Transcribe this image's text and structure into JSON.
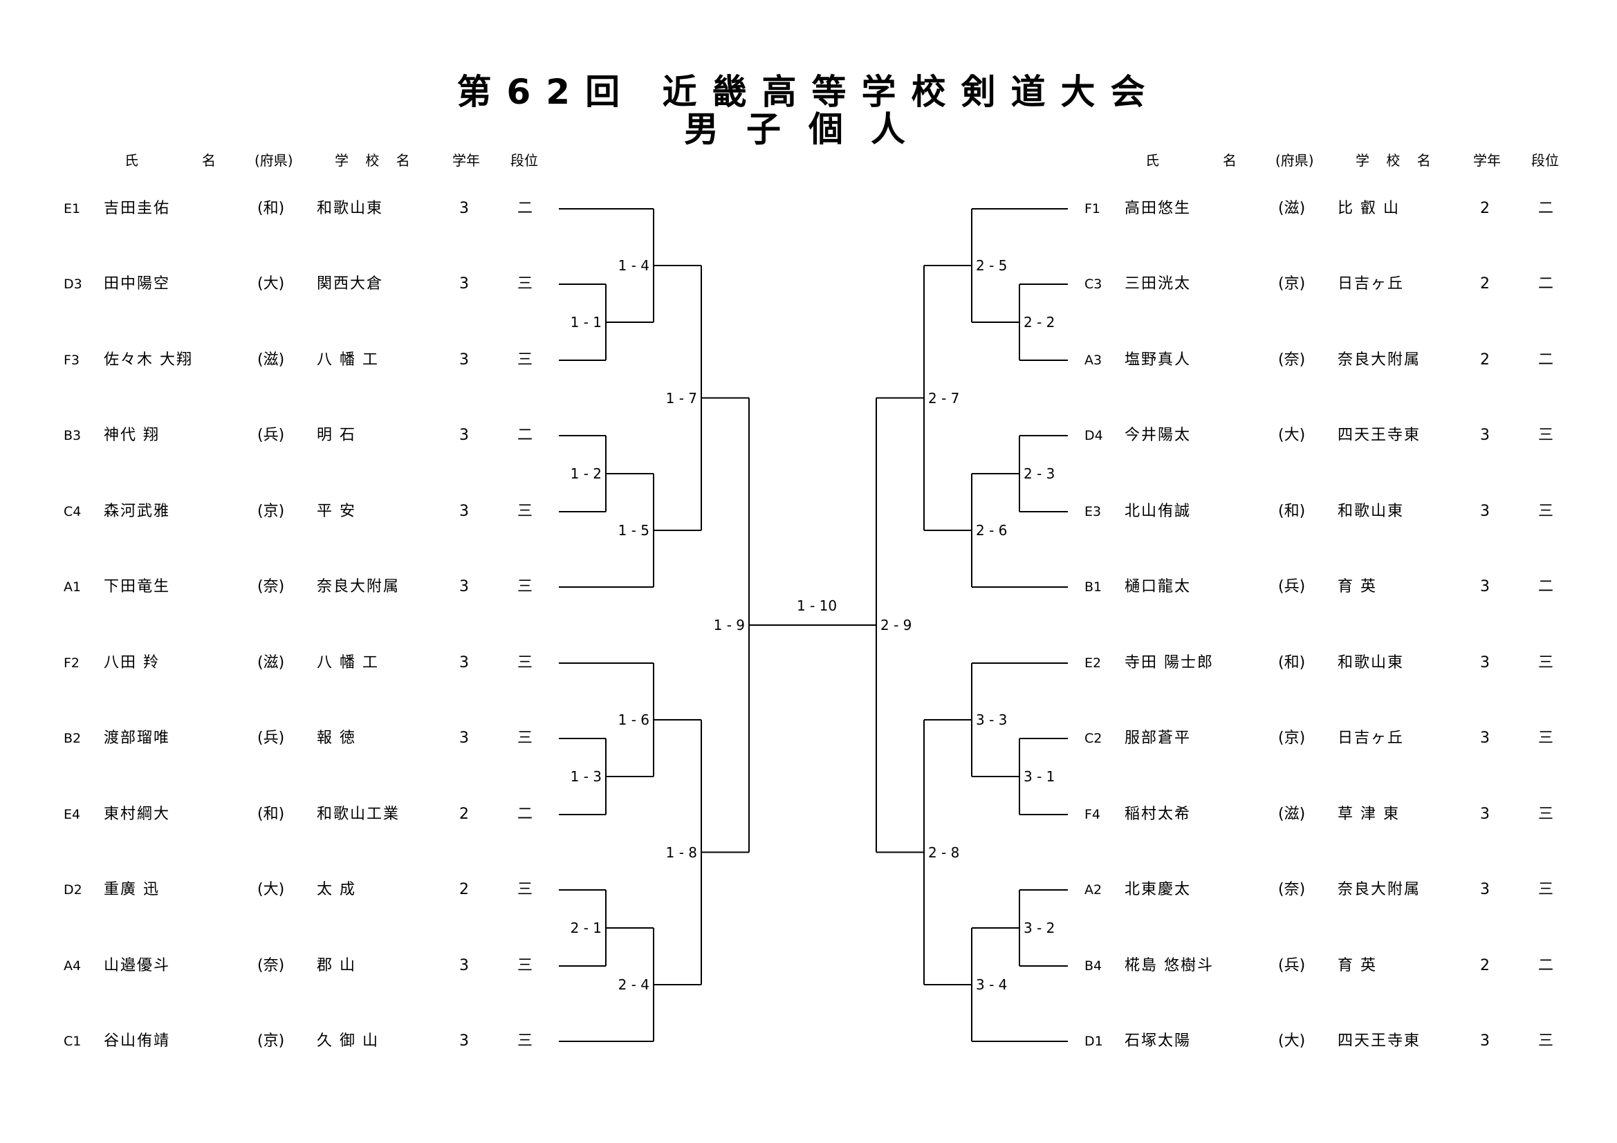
{
  "title": {
    "main": "第62回 近畿高等学校剣道大会",
    "sub": "男子個人"
  },
  "headers": {
    "name1": "氏",
    "name2": "名",
    "pref": "(府県)",
    "school": "学 校 名",
    "grade": "学年",
    "rank": "段位"
  },
  "left_players": [
    {
      "seed": "E1",
      "name": "吉田圭佑",
      "pref": "(和)",
      "school": "和歌山東",
      "grade": "3",
      "rank": "二"
    },
    {
      "seed": "D3",
      "name": "田中陽空",
      "pref": "(大)",
      "school": "関西大倉",
      "grade": "3",
      "rank": "三"
    },
    {
      "seed": "F3",
      "name": "佐々木 大翔",
      "pref": "(滋)",
      "school": "八 幡 工",
      "grade": "3",
      "rank": "三"
    },
    {
      "seed": "B3",
      "name": "神代 翔",
      "pref": "(兵)",
      "school": "明 石",
      "grade": "3",
      "rank": "二"
    },
    {
      "seed": "C4",
      "name": "森河武雅",
      "pref": "(京)",
      "school": "平 安",
      "grade": "3",
      "rank": "三"
    },
    {
      "seed": "A1",
      "name": "下田竜生",
      "pref": "(奈)",
      "school": "奈良大附属",
      "grade": "3",
      "rank": "三"
    },
    {
      "seed": "F2",
      "name": "八田 羚",
      "pref": "(滋)",
      "school": "八 幡 工",
      "grade": "3",
      "rank": "三"
    },
    {
      "seed": "B2",
      "name": "渡部瑠唯",
      "pref": "(兵)",
      "school": "報 徳",
      "grade": "3",
      "rank": "三"
    },
    {
      "seed": "E4",
      "name": "東村綱大",
      "pref": "(和)",
      "school": "和歌山工業",
      "grade": "2",
      "rank": "二"
    },
    {
      "seed": "D2",
      "name": "重廣 迅",
      "pref": "(大)",
      "school": "太 成",
      "grade": "2",
      "rank": "三"
    },
    {
      "seed": "A4",
      "name": "山邉優斗",
      "pref": "(奈)",
      "school": "郡 山",
      "grade": "3",
      "rank": "三"
    },
    {
      "seed": "C1",
      "name": "谷山侑靖",
      "pref": "(京)",
      "school": "久 御 山",
      "grade": "3",
      "rank": "三"
    }
  ],
  "right_players": [
    {
      "seed": "F1",
      "name": "高田悠生",
      "pref": "(滋)",
      "school": "比 叡 山",
      "grade": "2",
      "rank": "二"
    },
    {
      "seed": "C3",
      "name": "三田洸太",
      "pref": "(京)",
      "school": "日吉ヶ丘",
      "grade": "2",
      "rank": "二"
    },
    {
      "seed": "A3",
      "name": "塩野真人",
      "pref": "(奈)",
      "school": "奈良大附属",
      "grade": "2",
      "rank": "二"
    },
    {
      "seed": "D4",
      "name": "今井陽太",
      "pref": "(大)",
      "school": "四天王寺東",
      "grade": "3",
      "rank": "三"
    },
    {
      "seed": "E3",
      "name": "北山侑誠",
      "pref": "(和)",
      "school": "和歌山東",
      "grade": "3",
      "rank": "三"
    },
    {
      "seed": "B1",
      "name": "樋口龍太",
      "pref": "(兵)",
      "school": "育 英",
      "grade": "3",
      "rank": "二"
    },
    {
      "seed": "E2",
      "name": "寺田 陽士郎",
      "pref": "(和)",
      "school": "和歌山東",
      "grade": "3",
      "rank": "三"
    },
    {
      "seed": "C2",
      "name": "服部蒼平",
      "pref": "(京)",
      "school": "日吉ヶ丘",
      "grade": "3",
      "rank": "三"
    },
    {
      "seed": "F4",
      "name": "稲村太希",
      "pref": "(滋)",
      "school": "草 津 東",
      "grade": "3",
      "rank": "三"
    },
    {
      "seed": "A2",
      "name": "北東慶太",
      "pref": "(奈)",
      "school": "奈良大附属",
      "grade": "3",
      "rank": "三"
    },
    {
      "seed": "B4",
      "name": "椛島 悠樹斗",
      "pref": "(兵)",
      "school": "育 英",
      "grade": "2",
      "rank": "二"
    },
    {
      "seed": "D1",
      "name": "石塚太陽",
      "pref": "(大)",
      "school": "四天王寺東",
      "grade": "3",
      "rank": "三"
    }
  ],
  "matches": {
    "m1_1": "1 - 1",
    "m1_2": "1 - 2",
    "m1_3": "1 - 3",
    "m2_1": "2 - 1",
    "m1_4": "1 - 4",
    "m1_5": "1 - 5",
    "m1_6": "1 - 6",
    "m2_4": "2 - 4",
    "m1_7": "1 - 7",
    "m1_8": "1 - 8",
    "m1_9": "1 - 9",
    "m1_10": "1 - 10",
    "m2_2": "2 - 2",
    "m2_3": "2 - 3",
    "m3_1": "3 - 1",
    "m3_2": "3 - 2",
    "m2_5": "2 - 5",
    "m2_6": "2 - 6",
    "m3_3": "3 - 3",
    "m3_4": "3 - 4",
    "m2_7": "2 - 7",
    "m2_8": "2 - 8",
    "m2_9": "2 - 9"
  }
}
